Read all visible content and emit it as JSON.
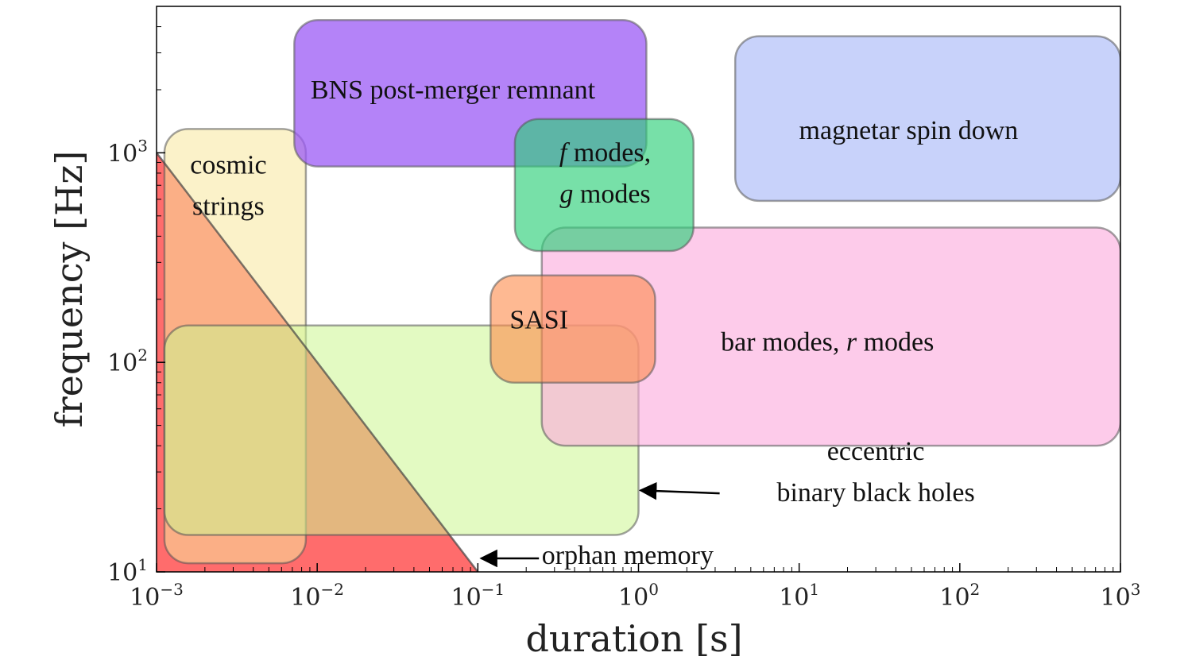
{
  "chart_data": {
    "type": "area",
    "xlabel": "duration [s]",
    "ylabel": "frequency [Hz]",
    "xscale": "log",
    "yscale": "log",
    "xlim": [
      0.001,
      1000
    ],
    "ylim": [
      10,
      5000
    ],
    "x_ticks": [
      {
        "value": 0.001,
        "base": "10",
        "exp": "−3"
      },
      {
        "value": 0.01,
        "base": "10",
        "exp": "−2"
      },
      {
        "value": 0.1,
        "base": "10",
        "exp": "−1"
      },
      {
        "value": 1,
        "base": "10",
        "exp": "0"
      },
      {
        "value": 10,
        "base": "10",
        "exp": "1"
      },
      {
        "value": 100,
        "base": "10",
        "exp": "2"
      },
      {
        "value": 1000,
        "base": "10",
        "exp": "3"
      }
    ],
    "y_ticks": [
      {
        "value": 10,
        "base": "10",
        "exp": "1"
      },
      {
        "value": 100,
        "base": "10",
        "exp": "2"
      },
      {
        "value": 1000,
        "base": "10",
        "exp": "3"
      }
    ],
    "regions": [
      {
        "name": "cosmic strings",
        "lines": [
          "cosmic",
          "strings"
        ],
        "x": [
          0.00112,
          0.0085
        ],
        "y": [
          11,
          1300
        ],
        "fill": "#f8e79c",
        "alpha": 0.55,
        "label_at": [
          0.0028,
          700
        ]
      },
      {
        "name": "eccentric binary black holes",
        "lines": [],
        "x": [
          0.00112,
          1.0
        ],
        "y": [
          15,
          150
        ],
        "fill": "#ccf58f",
        "alpha": 0.55
      },
      {
        "name": "BNS post-merger remnant",
        "lines": [
          "BNS post-merger remnant"
        ],
        "x": [
          0.0072,
          1.12
        ],
        "y": [
          860,
          4300
        ],
        "fill": "#9b5af5",
        "alpha": 0.75,
        "label_at": [
          0.07,
          2000
        ]
      },
      {
        "name": "magnetar spin down",
        "lines": [
          "magnetar spin down"
        ],
        "x": [
          4.0,
          1000
        ],
        "y": [
          590,
          3600
        ],
        "fill": "#a3b4f7",
        "alpha": 0.6,
        "label_at": [
          48,
          1280
        ]
      },
      {
        "name": "bar modes, r modes",
        "lines": [],
        "x": [
          0.25,
          1000
        ],
        "y": [
          40,
          440
        ],
        "fill": "#fba9dc",
        "alpha": 0.6
      },
      {
        "name": "SASI",
        "lines": [
          "SASI"
        ],
        "x": [
          0.12,
          1.27
        ],
        "y": [
          80,
          260
        ],
        "fill": "#fe8b4a",
        "alpha": 0.6,
        "label_at": [
          0.24,
          160
        ]
      },
      {
        "name": "f modes, g modes",
        "lines": [],
        "x": [
          0.17,
          2.2
        ],
        "y": [
          340,
          1450
        ],
        "fill": "#2ecf7a",
        "alpha": 0.65
      }
    ],
    "triangle": {
      "name": "orphan memory",
      "points": [
        [
          0.001,
          1000
        ],
        [
          0.1,
          10
        ],
        [
          0.001,
          10
        ]
      ],
      "fill": "#ff3333",
      "alpha": 0.72
    },
    "annotations": [
      {
        "lines": [
          "eccentric",
          "binary black holes"
        ],
        "anchor": "middle",
        "at": [
          30,
          30
        ],
        "arrow_from": [
          3.2,
          23.7
        ],
        "arrow_to": [
          1.03,
          24.5
        ]
      },
      {
        "lines": [
          "orphan memory"
        ],
        "anchor": "start",
        "at": [
          0.25,
          12
        ],
        "arrow_from": [
          0.24,
          11.6
        ],
        "arrow_to": [
          0.105,
          11.6
        ]
      }
    ],
    "italic_labels": [
      {
        "name": "f modes, g modes",
        "at": [
          0.62,
          800
        ],
        "lines": [
          [
            {
              "t": "f",
              "i": true
            },
            {
              "t": " modes,",
              "i": false
            }
          ],
          [
            {
              "t": "g",
              "i": true
            },
            {
              "t": " modes",
              "i": false
            }
          ]
        ]
      },
      {
        "name": "bar modes, r modes",
        "at": [
          15,
          125
        ],
        "lines": [
          [
            {
              "t": "bar modes, ",
              "i": false
            },
            {
              "t": "r",
              "i": true
            },
            {
              "t": " modes",
              "i": false
            }
          ]
        ]
      }
    ]
  }
}
